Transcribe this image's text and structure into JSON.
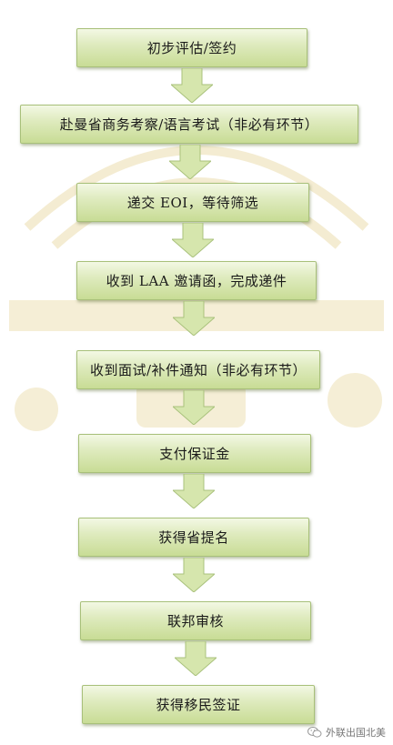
{
  "steps": [
    "初步评估/签约",
    "赴曼省商务考察/语言考试（非必有环节）",
    "递交 EOI，等待筛选",
    "收到 LAA 邀请函，完成递件",
    "收到面试/补件通知（非必有环节）",
    "支付保证金",
    "获得省提名",
    "联邦审核",
    "获得移民签证"
  ],
  "footer": {
    "account_name": "外联出国北美",
    "icon": "wechat-icon"
  },
  "colors": {
    "box_fill": "#d6e6ad",
    "box_border": "#a8c07a",
    "arrow_fill": "#d6e6ad",
    "watermark": "#f6f0d8"
  }
}
